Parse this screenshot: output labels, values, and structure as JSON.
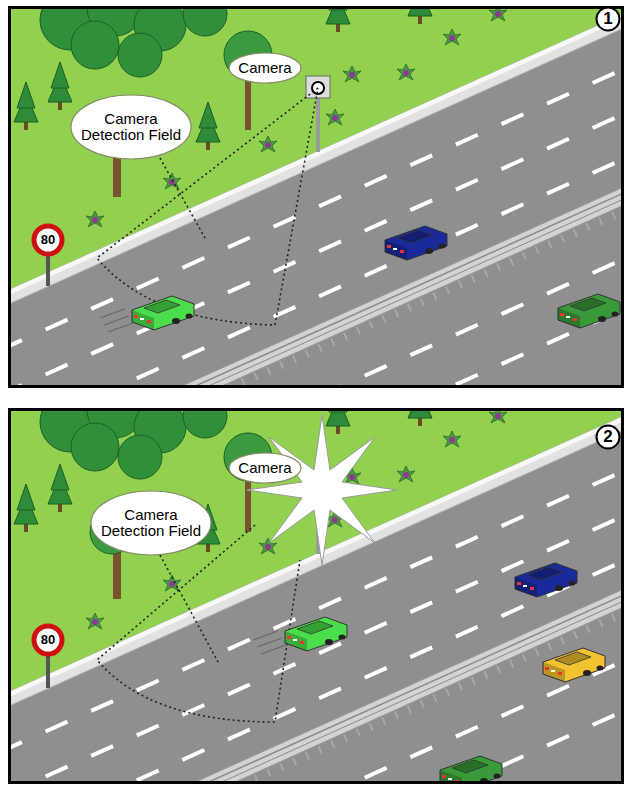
{
  "diagram": {
    "nodes": [
      {
        "text": [
          "1"
        ]
      },
      {
        "text": [
          "Camera"
        ]
      },
      {
        "text": [
          "Camera Detection Field"
        ]
      },
      {
        "text": [
          "80"
        ]
      },
      {
        "text": [
          "2"
        ]
      },
      {
        "text": [
          "Camera"
        ]
      },
      {
        "text": [
          "Camera Detection Field"
        ]
      },
      {
        "text": [
          "80"
        ]
      }
    ]
  }
}
